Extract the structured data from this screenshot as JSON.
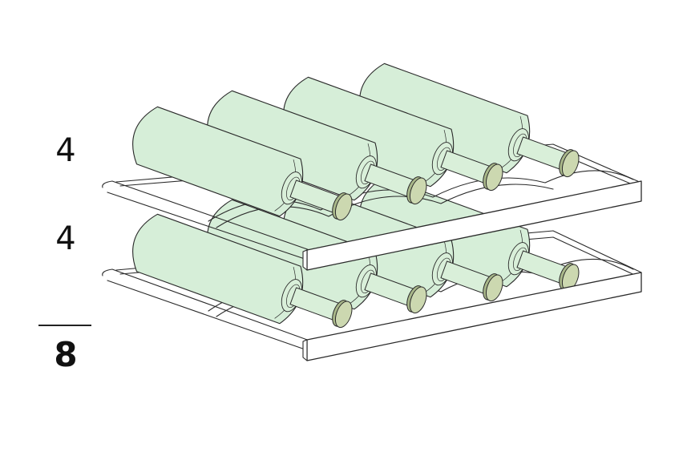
{
  "shelves": {
    "top_count": "4",
    "bottom_count": "4",
    "total": "8"
  },
  "colors": {
    "bottle_body": "#d6eed8",
    "bottle_neck": "#d9efd9",
    "cork": "#ccd8b0",
    "cork_side": "#a9b88a",
    "outline": "#2a2a2a",
    "rack_front": "#ffffff"
  },
  "icons": [
    "wine-bottle-icon",
    "wine-rack-shelf-icon"
  ]
}
